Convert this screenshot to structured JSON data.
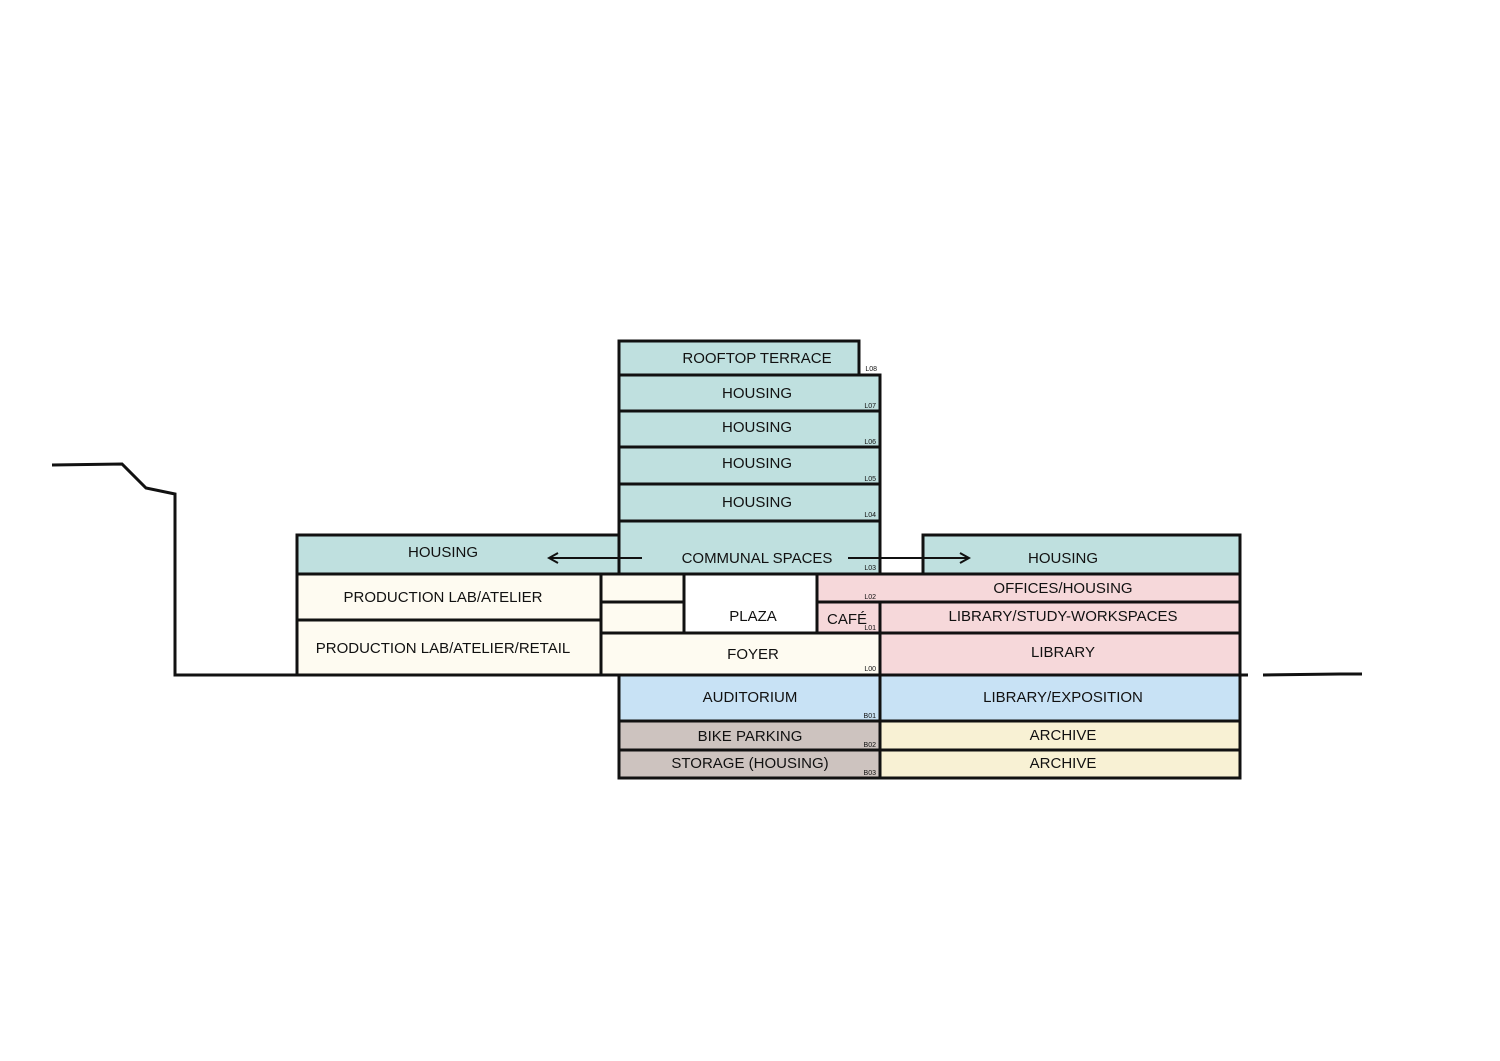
{
  "diagram": {
    "colors": {
      "housing": "#bfe0df",
      "production": "#fefbf1",
      "plaza": "#ffffff",
      "library": "#f6d8da",
      "auditorium": "#c8e2f5",
      "parking": "#cdc3bf",
      "archive": "#f8f1d4"
    },
    "rooms": {
      "rooftop_terrace": "ROOFTOP TERRACE",
      "housing_l07": "HOUSING",
      "housing_l06": "HOUSING",
      "housing_l05": "HOUSING",
      "housing_l04": "HOUSING",
      "housing_left": "HOUSING",
      "communal_spaces": "COMMUNAL SPACES",
      "housing_right": "HOUSING",
      "production_lab_atelier": "PRODUCTION LAB/ATELIER",
      "production_lab_atelier_retail": "PRODUCTION LAB/ATELIER/RETAIL",
      "plaza": "PLAZA",
      "cafe": "CAFÉ",
      "offices_housing": "OFFICES/HOUSING",
      "library_study": "LIBRARY/STUDY-WORKSPACES",
      "library": "LIBRARY",
      "foyer": "FOYER",
      "auditorium": "AUDITORIUM",
      "library_exposition": "LIBRARY/EXPOSITION",
      "bike_parking": "BIKE PARKING",
      "archive_b02": "ARCHIVE",
      "storage_housing": "STORAGE (HOUSING)",
      "archive_b03": "ARCHIVE"
    },
    "levels": {
      "l08": "L08",
      "l07": "L07",
      "l06": "L06",
      "l05": "L05",
      "l04": "L04",
      "l03": "L03",
      "l02": "L02",
      "l01": "L01",
      "l00": "L00",
      "b01": "B01",
      "b02": "B02",
      "b03": "B03"
    }
  }
}
